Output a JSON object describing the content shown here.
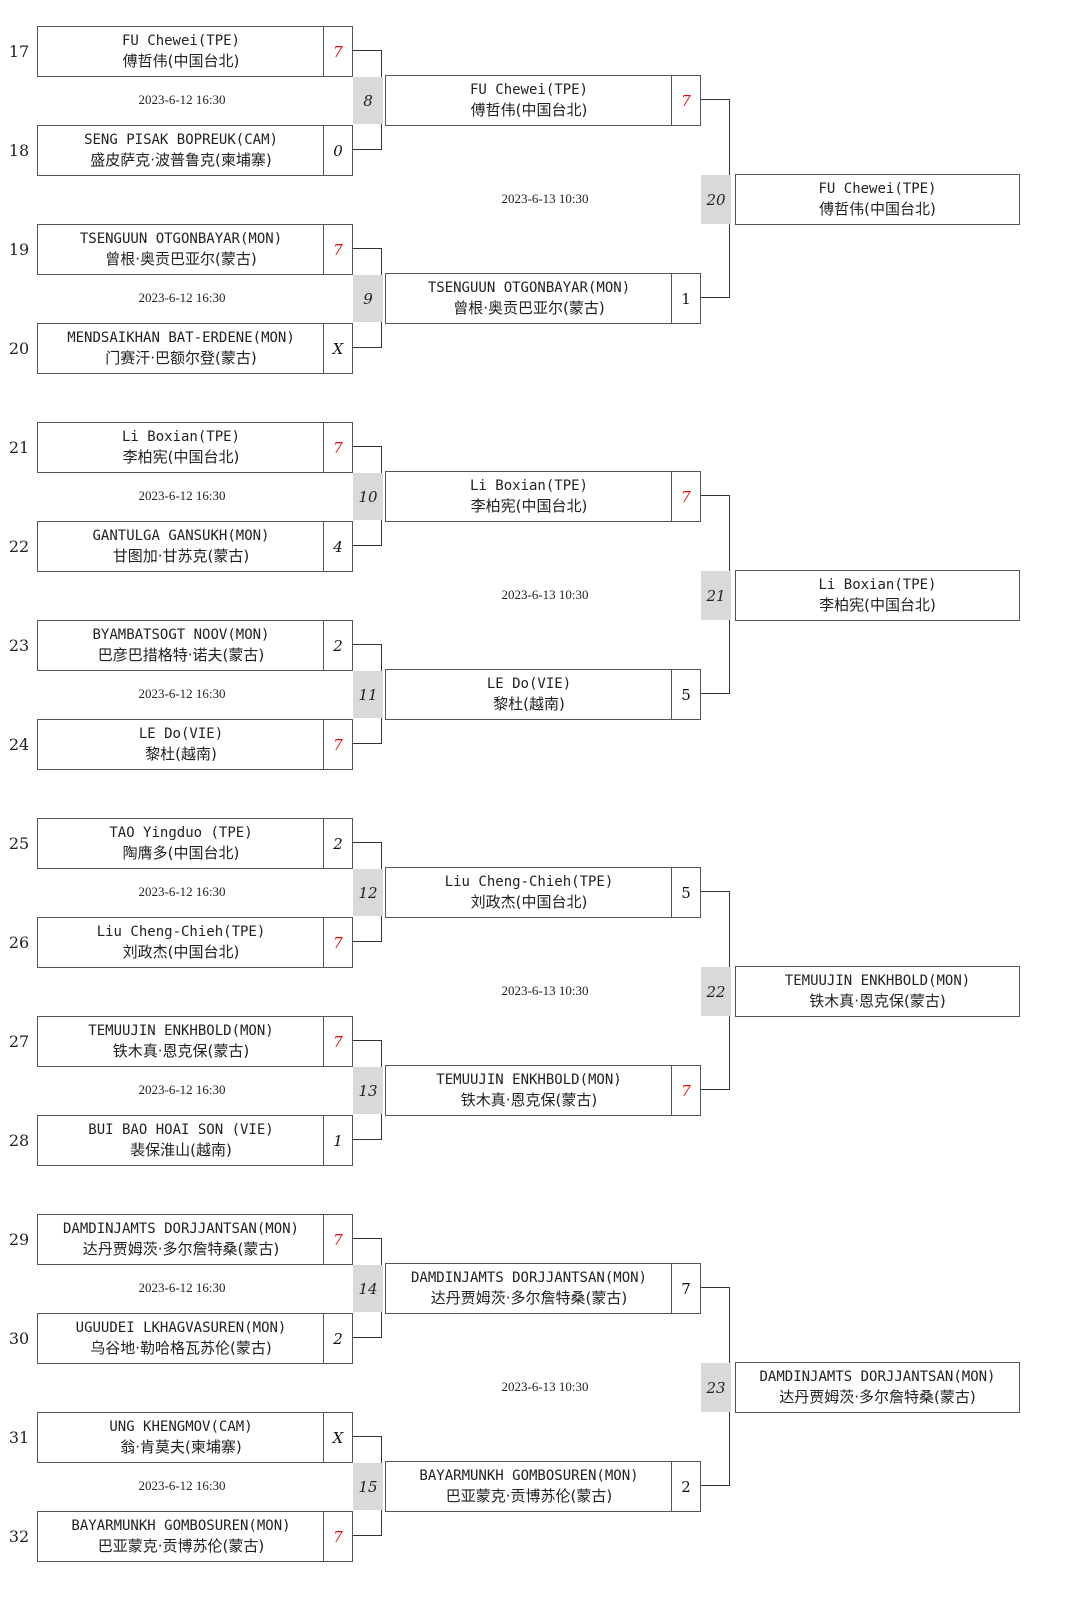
{
  "round1": [
    {
      "match_no": "8",
      "date": "2023-6-12 16:30",
      "top": {
        "seed": "17",
        "en": "FU Chewei(TPE)",
        "cn": "傅哲伟(中国台北)",
        "score": "7",
        "win": true
      },
      "bottom": {
        "seed": "18",
        "en": "SENG PISAK BOPREUK(CAM)",
        "cn": "盛皮萨克·波普鲁克(柬埔寨)",
        "score": "0",
        "win": false
      }
    },
    {
      "match_no": "9",
      "date": "2023-6-12 16:30",
      "top": {
        "seed": "19",
        "en": "TSENGUUN OTGONBAYAR(MON)",
        "cn": "曾根·奥贡巴亚尔(蒙古)",
        "score": "7",
        "win": true
      },
      "bottom": {
        "seed": "20",
        "en": "MENDSAIKHAN BAT-ERDENE(MON)",
        "cn": "门赛汗·巴额尔登(蒙古)",
        "score": "X",
        "win": false
      }
    },
    {
      "match_no": "10",
      "date": "2023-6-12 16:30",
      "top": {
        "seed": "21",
        "en": "Li Boxian(TPE)",
        "cn": "李柏宪(中国台北)",
        "score": "7",
        "win": true
      },
      "bottom": {
        "seed": "22",
        "en": "GANTULGA GANSUKH(MON)",
        "cn": "甘图加·甘苏克(蒙古)",
        "score": "4",
        "win": false
      }
    },
    {
      "match_no": "11",
      "date": "2023-6-12 16:30",
      "top": {
        "seed": "23",
        "en": "BYAMBATSOGT NOOV(MON)",
        "cn": "巴彦巴措格特·诺夫(蒙古)",
        "score": "2",
        "win": false
      },
      "bottom": {
        "seed": "24",
        "en": "LE Do(VIE)",
        "cn": "黎杜(越南)",
        "score": "7",
        "win": true
      }
    },
    {
      "match_no": "12",
      "date": "2023-6-12 16:30",
      "top": {
        "seed": "25",
        "en": "TAO Yingduo (TPE)",
        "cn": "陶膺多(中国台北)",
        "score": "2",
        "win": false
      },
      "bottom": {
        "seed": "26",
        "en": "Liu Cheng-Chieh(TPE)",
        "cn": "刘政杰(中国台北)",
        "score": "7",
        "win": true
      }
    },
    {
      "match_no": "13",
      "date": "2023-6-12 16:30",
      "top": {
        "seed": "27",
        "en": "TEMUUJIN ENKHBOLD(MON)",
        "cn": "铁木真·恩克保(蒙古)",
        "score": "7",
        "win": true
      },
      "bottom": {
        "seed": "28",
        "en": "BUI BAO HOAI SON (VIE)",
        "cn": "裴保淮山(越南)",
        "score": "1",
        "win": false
      }
    },
    {
      "match_no": "14",
      "date": "2023-6-12 16:30",
      "top": {
        "seed": "29",
        "en": "DAMDINJAMTS DORJJANTSAN(MON)",
        "cn": "达丹贾姆茨·多尔詹特桑(蒙古)",
        "score": "7",
        "win": true
      },
      "bottom": {
        "seed": "30",
        "en": "UGUUDEI LKHAGVASUREN(MON)",
        "cn": "乌谷地·勒哈格瓦苏伦(蒙古)",
        "score": "2",
        "win": false
      }
    },
    {
      "match_no": "15",
      "date": "2023-6-12 16:30",
      "top": {
        "seed": "31",
        "en": "UNG KHENGMOV(CAM)",
        "cn": "翁·肯莫夫(柬埔寨)",
        "score": "X",
        "win": false
      },
      "bottom": {
        "seed": "32",
        "en": "BAYARMUNKH GOMBOSUREN(MON)",
        "cn": "巴亚蒙克·贡博苏伦(蒙古)",
        "score": "7",
        "win": true
      }
    }
  ],
  "round2": [
    {
      "match_no": "20",
      "date": "2023-6-13 10:30",
      "top": {
        "en": "FU Chewei(TPE)",
        "cn": "傅哲伟(中国台北)",
        "score": "7",
        "win": true
      },
      "bottom": {
        "en": "TSENGUUN OTGONBAYAR(MON)",
        "cn": "曾根·奥贡巴亚尔(蒙古)",
        "score": "1",
        "win": false
      }
    },
    {
      "match_no": "21",
      "date": "2023-6-13 10:30",
      "top": {
        "en": "Li Boxian(TPE)",
        "cn": "李柏宪(中国台北)",
        "score": "7",
        "win": true
      },
      "bottom": {
        "en": "LE Do(VIE)",
        "cn": "黎杜(越南)",
        "score": "5",
        "win": false
      }
    },
    {
      "match_no": "22",
      "date": "2023-6-13 10:30",
      "top": {
        "en": "Liu Cheng-Chieh(TPE)",
        "cn": "刘政杰(中国台北)",
        "score": "5",
        "win": false
      },
      "bottom": {
        "en": "TEMUUJIN ENKHBOLD(MON)",
        "cn": "铁木真·恩克保(蒙古)",
        "score": "7",
        "win": true
      }
    },
    {
      "match_no": "23",
      "date": "2023-6-13 10:30",
      "top": {
        "en": "DAMDINJAMTS DORJJANTSAN(MON)",
        "cn": "达丹贾姆茨·多尔詹特桑(蒙古)",
        "score": "7",
        "win": false
      },
      "bottom": {
        "en": "BAYARMUNKH GOMBOSUREN(MON)",
        "cn": "巴亚蒙克·贡博苏伦(蒙古)",
        "score": "2",
        "win": false
      }
    }
  ],
  "round3": [
    {
      "en": "FU Chewei(TPE)",
      "cn": "傅哲伟(中国台北)"
    },
    {
      "en": "Li Boxian(TPE)",
      "cn": "李柏宪(中国台北)"
    },
    {
      "en": "TEMUUJIN ENKHBOLD(MON)",
      "cn": "铁木真·恩克保(蒙古)"
    },
    {
      "en": "DAMDINJAMTS DORJJANTSAN(MON)",
      "cn": "达丹贾姆茨·多尔詹特桑(蒙古)"
    }
  ],
  "colors": {
    "win_score": "#e01010",
    "match_no_bg": "#d9d9d9",
    "border": "#555555"
  }
}
